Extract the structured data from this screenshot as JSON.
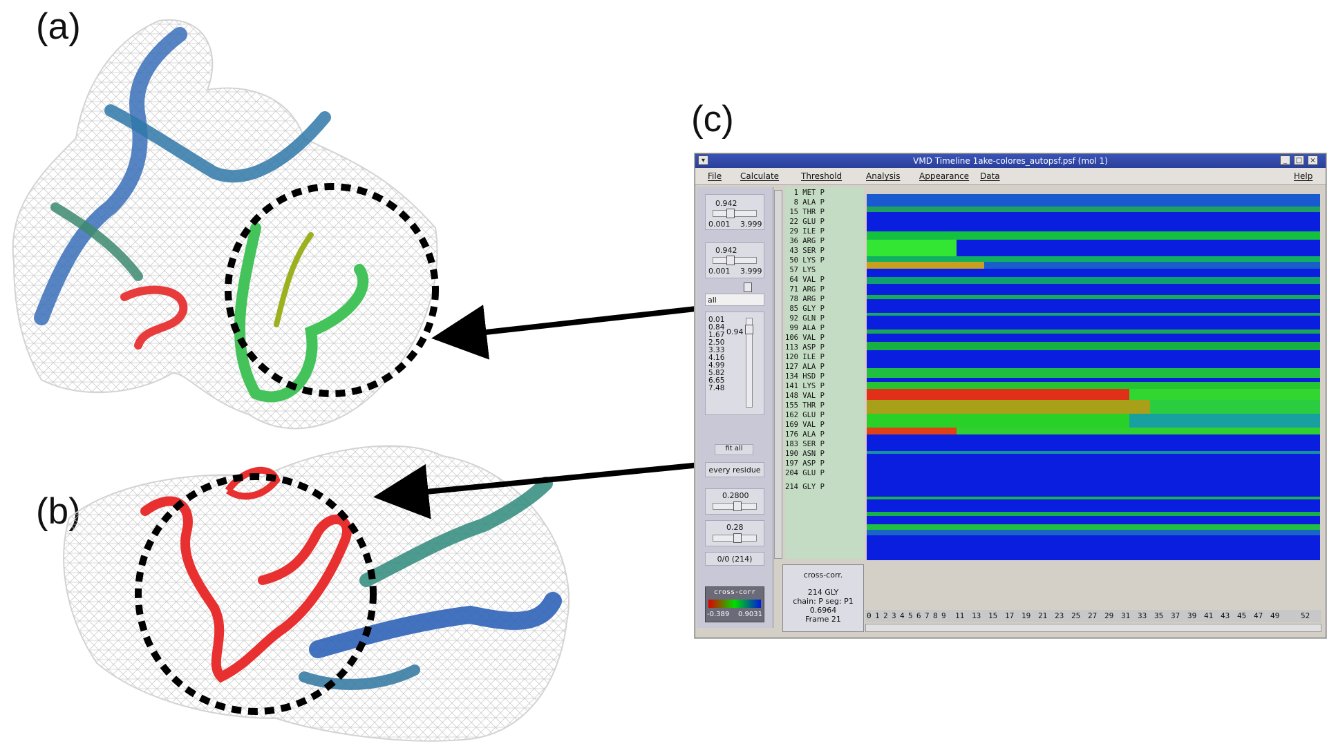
{
  "panels": {
    "a": "(a)",
    "b": "(b)",
    "c": "(c)"
  },
  "window": {
    "title": "VMD Timeline  1ake-colores_autopsf.psf (mol 1)",
    "menu": [
      "File",
      "Calculate",
      "Threshold",
      "Analysis",
      "Appearance",
      "Data",
      "Help"
    ]
  },
  "controls": {
    "slider1": {
      "value": "0.942",
      "min": "0.001",
      "max": "3.999"
    },
    "slider2": {
      "value": "0.942",
      "min": "0.001",
      "max": "3.999"
    },
    "selection": "all",
    "scale_values": [
      "0.01",
      "0.84",
      "1.67",
      "2.50",
      "3.33",
      "4.16",
      "4.99",
      "5.82",
      "6.65",
      "7.48"
    ],
    "scale_current": "0.94",
    "fit_all": "fit all",
    "every_residue": "every residue",
    "slider3": {
      "value": "0.2800"
    },
    "slider4": {
      "value": "0.28"
    },
    "count": "0/0 (214)",
    "legend": {
      "title": "cross-corr",
      "min": "-0.389",
      "max": "0.9031"
    }
  },
  "residues": [
    "  1 MET P",
    "  8 ALA P",
    " 15 THR P",
    " 22 GLU P",
    " 29 ILE P",
    " 36 ARG P",
    " 43 SER P",
    " 50 LYS P",
    " 57 LYS",
    " 64 VAL P",
    " 71 ARG P",
    " 78 ARG P",
    " 85 GLY P",
    " 92 GLN P",
    " 99 ALA P",
    "106 VAL P",
    "113 ASP P",
    "120 ILE P",
    "127 ALA P",
    "134 HSD P",
    "141 LYS P",
    "148 VAL P",
    "155 THR P",
    "162 GLU P",
    "169 VAL P",
    "176 ALA P",
    "183 SER P",
    "190 ASN P",
    "197 ASP P",
    "204 GLU P",
    "214 GLY P"
  ],
  "info": {
    "label": "cross-corr.",
    "residue": "214 GLY",
    "chain": "chain: P  seg: P1",
    "value": "0.6964",
    "frame": "Frame    21"
  },
  "frames": [
    "0",
    "1",
    "2",
    "3",
    "4",
    "5",
    "6",
    "7",
    "8",
    "9",
    "11",
    "13",
    "15",
    "17",
    "19",
    "21",
    "23",
    "25",
    "27",
    "29",
    "31",
    "33",
    "35",
    "37",
    "39",
    "41",
    "43",
    "45",
    "47",
    "49",
    "52"
  ],
  "colors": {
    "low": "#e00000",
    "mid": "#00dd00",
    "high": "#0018e0"
  }
}
